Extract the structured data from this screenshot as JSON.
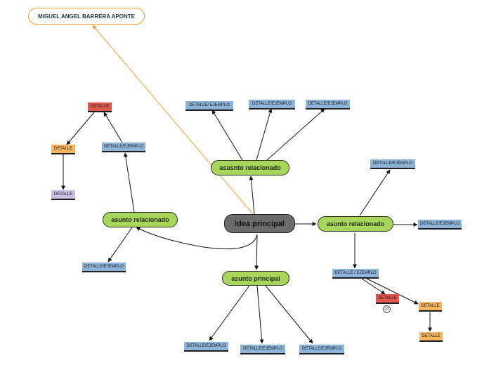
{
  "title": "MIGUEL ANGEL BARRERA APONTE",
  "central": "idea principal",
  "top_subtopic": "asusnto relacionado",
  "left_subtopic": "asunto relacionado",
  "right_subtopic": "asunto relacionado",
  "bottom_subtopic": "asunto principal",
  "top_details": [
    "DETALLE/ EJEMPLO",
    "DETALLE/EJEMPLO",
    "DETALLE/EJEMPLO"
  ],
  "left_branch": {
    "detalle_red": "DETALLE",
    "detalle_orange": "DETALLE",
    "detalle_lav": "DETALLE",
    "detalle_ejemplo_top": "DETALLE/EJEMPLO",
    "detalle_ejemplo_bottom": "DETALLE/EJEMPLO"
  },
  "right_branch": {
    "detalle_ejemplo_top": "DETALLE/EJEMPLO",
    "detalle_ejemplo_side": "DETALLE/EJEMPLO",
    "detalle_ejemplo_bottom": "DETALLE / EJEMPLO",
    "detalle_red": "DETALLE",
    "detalle_orange_1": "DETALLE",
    "detalle_orange_2": "DETALLE",
    "badge": "20"
  },
  "bottom_details": [
    "DETALLE/EJEMPLO",
    "DETALLE/EJEMPLO",
    "DETALLE/EJEMPLO"
  ],
  "colors": {
    "subtopic": "#a8d65a",
    "central": "#6b6b6b",
    "detail_blue": "#8fb4d9",
    "detail_orange": "#f4b660",
    "detail_red": "#e0574f",
    "detail_lavender": "#c9c0e6",
    "title_border": "#f2a32c"
  }
}
